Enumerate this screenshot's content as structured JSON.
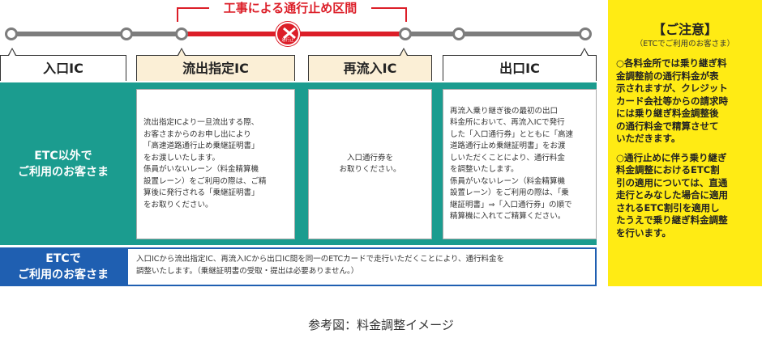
{
  "zone_label": "工事による通行止め区間",
  "closed_sign_text": "通行止",
  "points": [
    "入口IC",
    "流出指定IC",
    "再流入IC",
    "出口IC"
  ],
  "row_labels": {
    "non_etc": "ETC以外で\nご利用のお客さま",
    "etc": "ETCで\nご利用のお客さま"
  },
  "non_etc_texts": {
    "exit_ic": "流出指定ICより一旦流出する際、\nお客さまからのお申し出により\n「高速道路通行止め乗継証明書」\nをお渡しいたします。\n係員がいないレーン（料金精算機\n設置レーン）をご利用の際は、ご精\n算後に発行される「乗継証明書」\nをお取りください。",
    "reentry_ic": "入口通行券を\nお取りください。",
    "final_ic": "再流入乗り継ぎ後の最初の出口\n料金所において、再流入ICで発行\nした「入口通行券」とともに「高速\n道路通行止め乗継証明書」をお渡\nしいただくことにより、通行料金\nを調整いたします。\n係員がいないレーン（料金精算機\n設置レーン）をご利用の際は、「乗\n継証明書」⇒「入口通行券」の順で\n精算機に入れてご精算ください。"
  },
  "etc_text": "入口ICから流出指定IC、再流入ICから出口IC間を同一のETCカードで走行いただくことにより、通行料金を\n調整いたします。（乗継証明書の受取・提出は必要ありません。）",
  "notice": {
    "title": "【ご注意】",
    "subtitle": "（ETCでご利用のお客さま）",
    "p1": "○各料金所では乗り継ぎ料\n金調整前の通行料金が表\n示されますが、クレジット\nカード会社等からの請求時\nには乗り継ぎ料金調整後\nの通行料金で精算させて\nいただきます。",
    "p2": "○通行止めに伴う乗り継ぎ\n料金調整におけるETC割\n引の適用については、直通\n走行とみなした場合に適用\nされるETC割引を適用し\nたうえで乗り継ぎ料金調整\nを行います。"
  },
  "caption": "参考図：料金調整イメージ",
  "colors": {
    "teal": "#1b9c8f",
    "blue": "#1f5fb1",
    "red": "#dc1e28",
    "yellow": "#ffeb14",
    "beige": "#fbefd6"
  }
}
